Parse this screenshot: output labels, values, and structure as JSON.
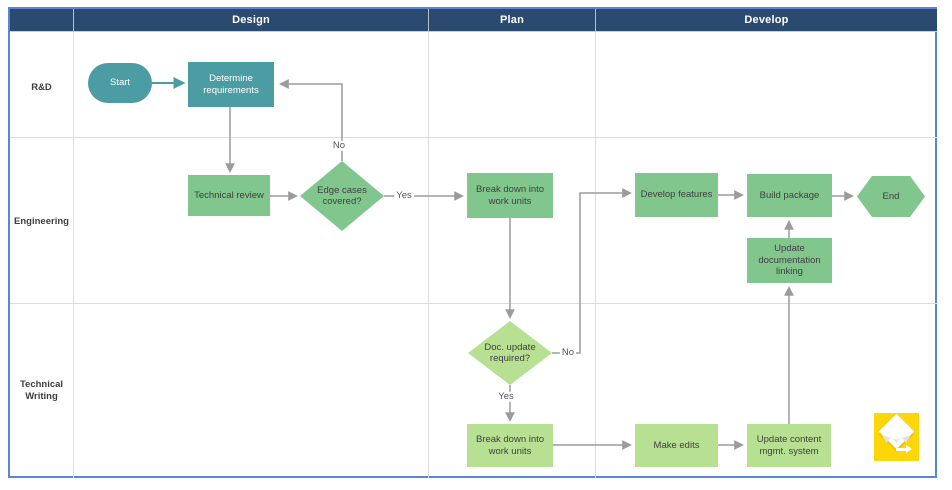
{
  "header": {
    "phases": [
      "Design",
      "Plan",
      "Develop"
    ]
  },
  "lanes": [
    "R&D",
    "Engineering",
    "Technical Writing"
  ],
  "nodes": {
    "start": {
      "label": "Start",
      "type": "terminator",
      "color": "#4c9ca4"
    },
    "determine_requirements": {
      "label": "Determine requirements",
      "type": "process",
      "color": "#4c9ca4"
    },
    "technical_review": {
      "label": "Technical review",
      "type": "process",
      "color": "#80c68d"
    },
    "edge_cases_covered": {
      "label": "Edge cases covered?",
      "type": "decision",
      "color": "#80c68d"
    },
    "breakdown_eng": {
      "label": "Break down into work units",
      "type": "process",
      "color": "#80c68d"
    },
    "develop_features": {
      "label": "Develop features",
      "type": "process",
      "color": "#80c68d"
    },
    "build_package": {
      "label": "Build package",
      "type": "process",
      "color": "#80c68d"
    },
    "end": {
      "label": "End",
      "type": "terminator",
      "color": "#80c68d"
    },
    "update_doc_linking": {
      "label": "Update documentation linking",
      "type": "process",
      "color": "#80c68d"
    },
    "doc_update_required": {
      "label": "Doc. update required?",
      "type": "decision",
      "color": "#b7e092"
    },
    "breakdown_tw": {
      "label": "Break down into work units",
      "type": "process",
      "color": "#b7e092"
    },
    "make_edits": {
      "label": "Make edits",
      "type": "process",
      "color": "#b7e092"
    },
    "update_cms": {
      "label": "Update content mgmt. system",
      "type": "process",
      "color": "#b7e092"
    }
  },
  "edges": [
    {
      "from": "start",
      "to": "determine_requirements",
      "label": ""
    },
    {
      "from": "determine_requirements",
      "to": "technical_review",
      "label": ""
    },
    {
      "from": "technical_review",
      "to": "edge_cases_covered",
      "label": ""
    },
    {
      "from": "edge_cases_covered",
      "to": "breakdown_eng",
      "label": "Yes"
    },
    {
      "from": "edge_cases_covered",
      "to": "determine_requirements",
      "label": "No"
    },
    {
      "from": "breakdown_eng",
      "to": "doc_update_required",
      "label": ""
    },
    {
      "from": "doc_update_required",
      "to": "develop_features",
      "label": "No"
    },
    {
      "from": "doc_update_required",
      "to": "breakdown_tw",
      "label": "Yes"
    },
    {
      "from": "breakdown_tw",
      "to": "make_edits",
      "label": ""
    },
    {
      "from": "make_edits",
      "to": "update_cms",
      "label": ""
    },
    {
      "from": "update_cms",
      "to": "update_doc_linking",
      "label": ""
    },
    {
      "from": "update_doc_linking",
      "to": "build_package",
      "label": ""
    },
    {
      "from": "develop_features",
      "to": "build_package",
      "label": ""
    },
    {
      "from": "build_package",
      "to": "end",
      "label": ""
    }
  ],
  "colors": {
    "header_bg": "#2b4a70",
    "canvas_border": "#5a87d5",
    "teal": "#4c9ca4",
    "green": "#80c68d",
    "light_green": "#b7e092",
    "connector": "#9b9b9b",
    "grid": "#dcdcdc",
    "logo_yellow": "#fdd608"
  }
}
